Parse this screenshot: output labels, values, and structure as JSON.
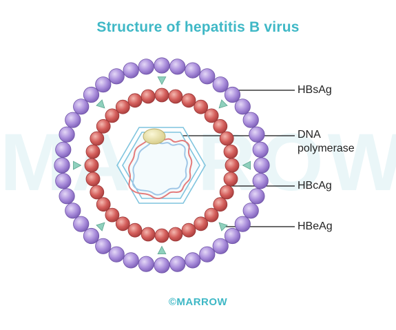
{
  "title": "Structure of hepatitis B virus",
  "watermark": "MARROW",
  "footer": "©MARROW",
  "labels": {
    "hbsag": "HBsAg",
    "dna_line1": "DNA",
    "dna_line2": "polymerase",
    "hbcag": "HBcAg",
    "hbeag": "HBeAg"
  },
  "colors": {
    "title": "#3fb8c6",
    "envelope_bead": "#a78bd6",
    "core_bead": "#cf5a5a",
    "hexagon": "#7fc4de",
    "polymerase": "#e8e2a0",
    "hbeag_triangle": "#8fd0bd",
    "dna_strand_1": "#e47b7b",
    "dna_strand_2": "#9fc6e6"
  }
}
